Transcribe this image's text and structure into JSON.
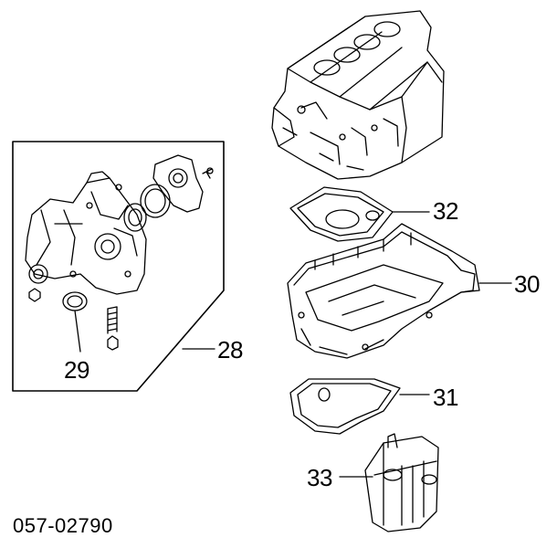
{
  "callouts": {
    "c28": "28",
    "c29": "29",
    "c30": "30",
    "c31": "31",
    "c32": "32",
    "c33": "33"
  },
  "drawing_code": "057-02790",
  "parts": {
    "engine_block": "engine-block-icon",
    "oil_pump_assembly": "oil-pump-icon",
    "oil_seal": "oil-seal-icon",
    "oil_pan": "oil-pan-icon",
    "pan_gasket": "gasket-icon",
    "baffle_plate": "baffle-plate-icon",
    "oil_strainer": "oil-strainer-icon"
  },
  "colors": {
    "line": "#000000",
    "background": "#ffffff"
  }
}
